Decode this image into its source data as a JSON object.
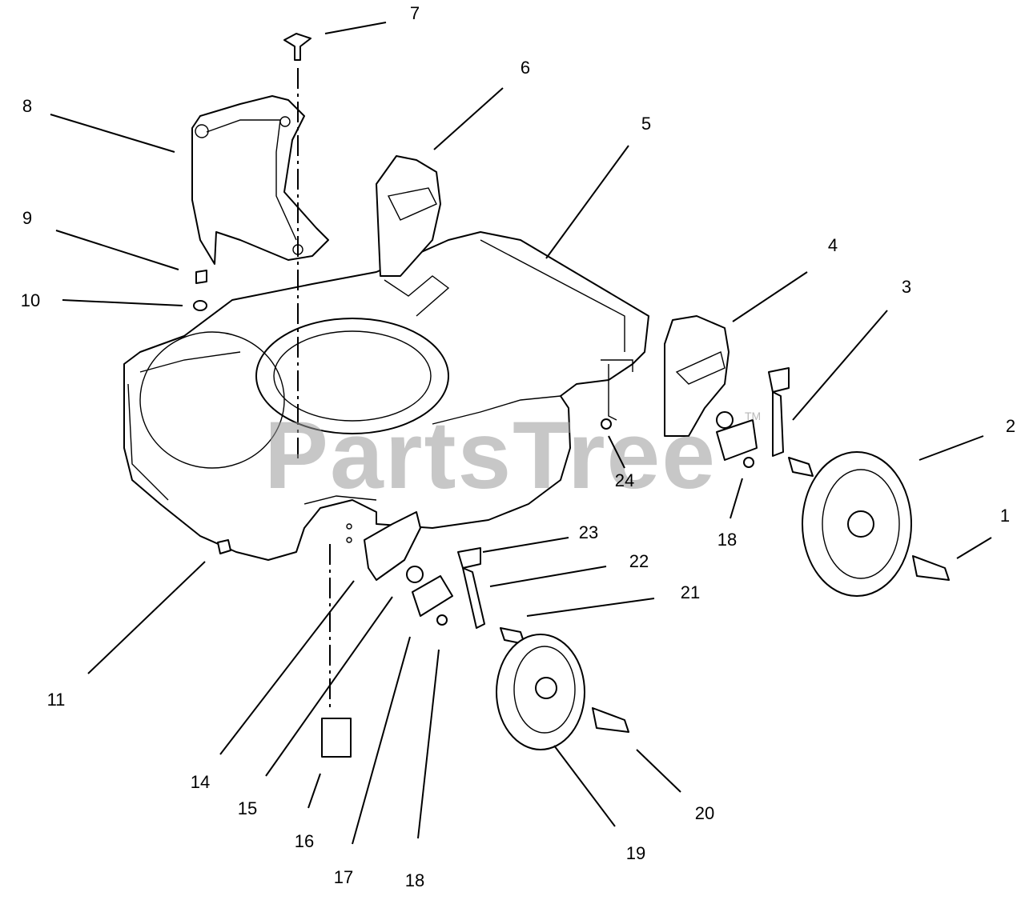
{
  "watermark": {
    "text": "PartsTree",
    "trademark": "TM"
  },
  "callouts": [
    {
      "id": "c1",
      "label": "1"
    },
    {
      "id": "c2",
      "label": "2"
    },
    {
      "id": "c3",
      "label": "3"
    },
    {
      "id": "c4",
      "label": "4"
    },
    {
      "id": "c5",
      "label": "5"
    },
    {
      "id": "c6",
      "label": "6"
    },
    {
      "id": "c7",
      "label": "7"
    },
    {
      "id": "c8",
      "label": "8"
    },
    {
      "id": "c9",
      "label": "9"
    },
    {
      "id": "c10",
      "label": "10"
    },
    {
      "id": "c11",
      "label": "11"
    },
    {
      "id": "c14",
      "label": "14"
    },
    {
      "id": "c15",
      "label": "15"
    },
    {
      "id": "c16",
      "label": "16"
    },
    {
      "id": "c17",
      "label": "17"
    },
    {
      "id": "c18a",
      "label": "18"
    },
    {
      "id": "c18b",
      "label": "18"
    },
    {
      "id": "c19",
      "label": "19"
    },
    {
      "id": "c20",
      "label": "20"
    },
    {
      "id": "c21",
      "label": "21"
    },
    {
      "id": "c22",
      "label": "22"
    },
    {
      "id": "c23",
      "label": "23"
    },
    {
      "id": "c24",
      "label": "24"
    }
  ]
}
